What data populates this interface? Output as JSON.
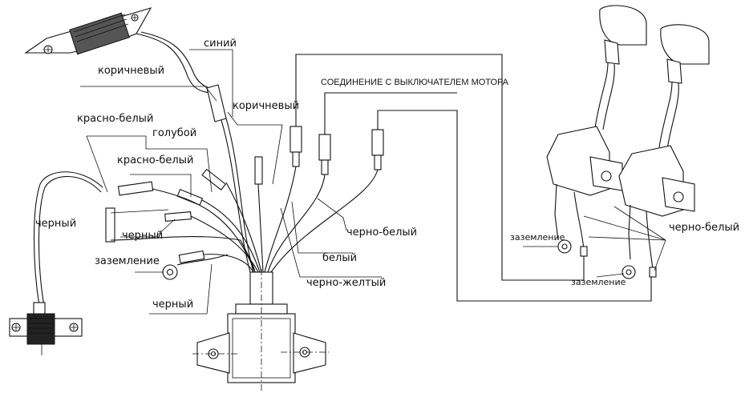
{
  "labels": {
    "sinii": "синий",
    "korichnevyi_top": "коричневый",
    "korichnevyi_mid": "коричневый",
    "krasno_belyi_top": "красно-белый",
    "goluboi": "голубой",
    "krasno_belyi_mid": "красно-белый",
    "chernyi_left": "черный",
    "chernyi_mid": "черный",
    "zazemlenie_left": "заземление",
    "chernyi_bottom": "черный",
    "motor_switch": "СОЕДИНЕНИЕ С ВЫКЛЮЧАТЕЛЕМ МОТОРА",
    "cherno_belyi_mid": "черно-белый",
    "belyi": "белый",
    "cherno_zheltyi": "черно-желтый",
    "cherno_belyi_right": "черно-белый",
    "zazemlenie_right1": "заземление",
    "zazemlenie_right2": "заземление"
  }
}
